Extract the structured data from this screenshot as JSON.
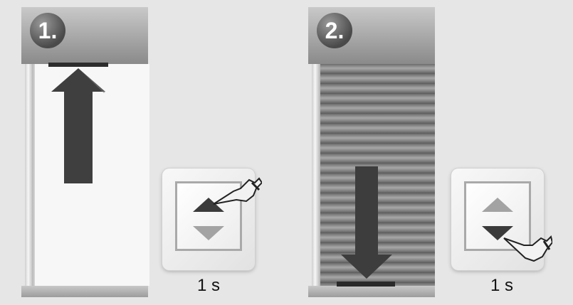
{
  "steps": [
    {
      "badge": "1.",
      "duration": "1 s"
    },
    {
      "badge": "2.",
      "duration": "1 s"
    }
  ]
}
